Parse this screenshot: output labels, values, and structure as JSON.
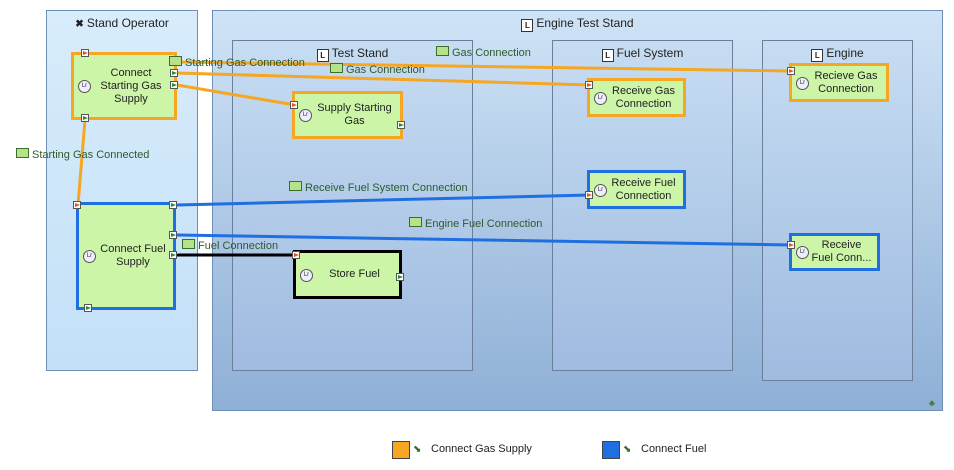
{
  "lanes": {
    "operator": {
      "title": "Stand Operator"
    },
    "engine_test_stand": {
      "title": "Engine Test Stand"
    }
  },
  "partitions": {
    "test_stand": {
      "title": "Test Stand"
    },
    "fuel_system": {
      "title": "Fuel System"
    },
    "engine": {
      "title": "Engine"
    }
  },
  "actions": {
    "connect_starting_gas": "Connect Starting Gas Supply",
    "connect_fuel": "Connect Fuel Supply",
    "supply_starting_gas": "Supply Starting Gas",
    "store_fuel": "Store Fuel",
    "receive_gas_fs": "Receive Gas Connection",
    "receive_fuel_fs": "Receive Fuel Connection",
    "receive_gas_engine": "Recieve Gas Connection",
    "receive_fuel_engine": "Receive Fuel Conn..."
  },
  "flows": {
    "starting_gas_connection": "Starting Gas Connection",
    "gas_connection_1": "Gas Connection",
    "gas_connection_2": "Gas Connection",
    "starting_gas_connected": "Starting Gas Connected",
    "receive_fuel_system_connection": "Receive Fuel System Connection",
    "engine_fuel_connection": "Engine Fuel Connection",
    "fuel_connection": "Fuel Connection"
  },
  "legend": {
    "gas": {
      "label": "Connect Gas Supply",
      "color": "#f5a623"
    },
    "fuel": {
      "label": "Connect Fuel",
      "color": "#1f6fe0"
    }
  },
  "colors": {
    "gas": "#f5a623",
    "fuel": "#1f6fe0",
    "control": "#000000"
  }
}
